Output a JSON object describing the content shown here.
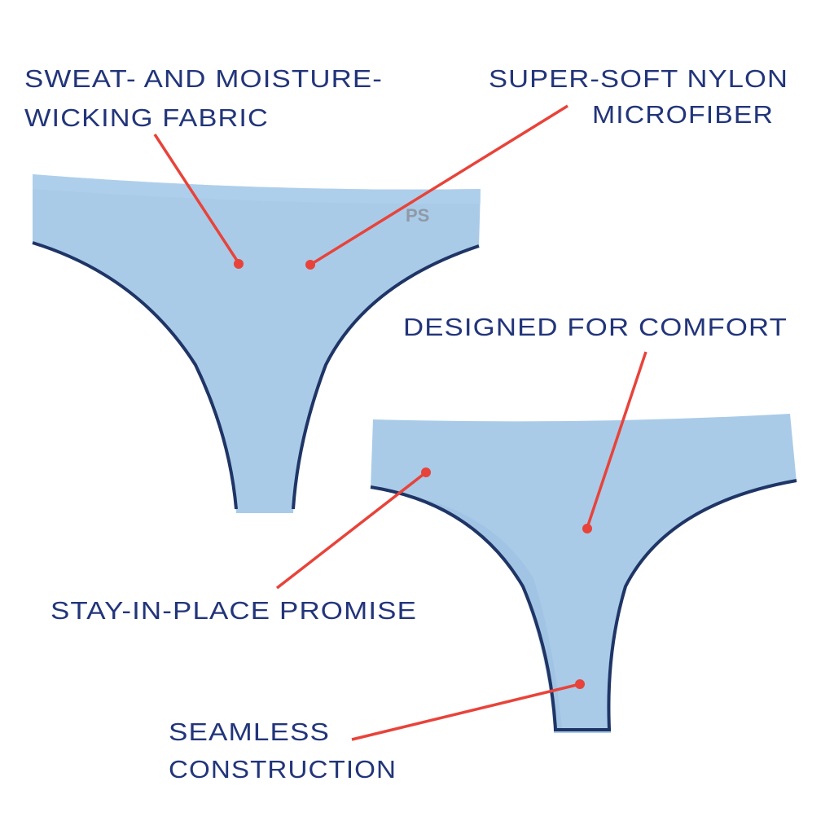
{
  "colors": {
    "fabric": "#a9cbe8",
    "fabric_shade": "#9cc0e0",
    "trim": "#1f3566",
    "text": "#22357a",
    "callout": "#e8433a",
    "logo": "#8f9aa6"
  },
  "logo_text": "PS",
  "callouts": {
    "sweat_line1": "SWEAT- AND MOISTURE-",
    "sweat_line2": "WICKING FABRIC",
    "nylon_line1": "SUPER-SOFT NYLON",
    "nylon_line2": "MICROFIBER",
    "comfort": "DESIGNED FOR COMFORT",
    "stay": "STAY-IN-PLACE PROMISE",
    "seamless_line1": "SEAMLESS",
    "seamless_line2": "CONSTRUCTION"
  }
}
